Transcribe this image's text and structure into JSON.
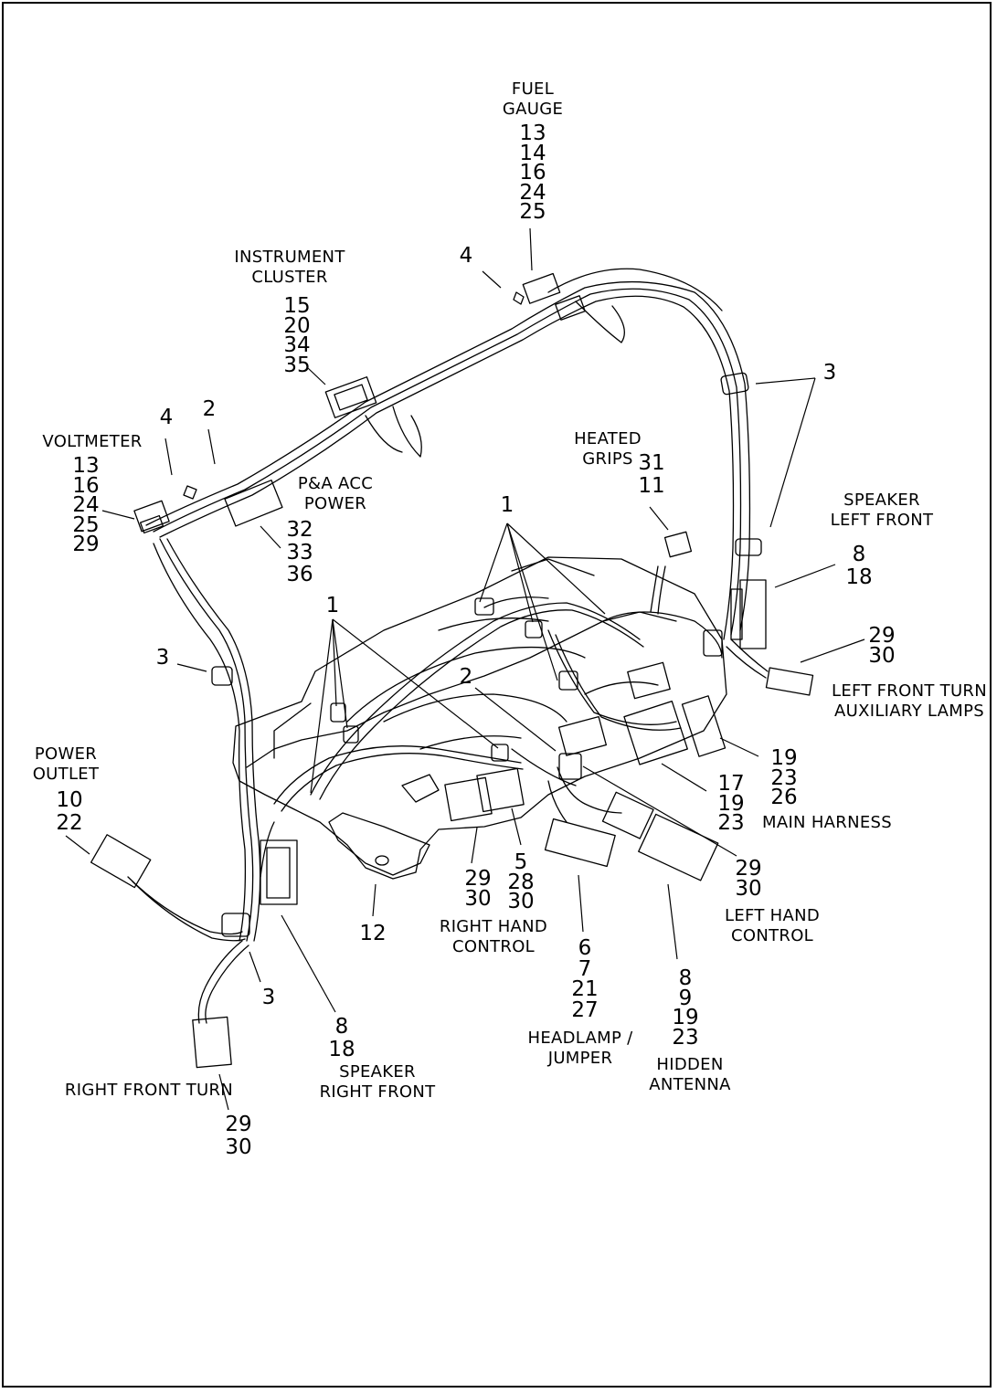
{
  "labels": {
    "fuel_gauge": [
      "FUEL",
      "GAUGE"
    ],
    "instrument_cluster": [
      "INSTRUMENT",
      "CLUSTER"
    ],
    "voltmeter": "VOLTMETER",
    "pa_acc_power": [
      "P&A ACC",
      "POWER"
    ],
    "heated_grips": [
      "HEATED",
      "GRIPS"
    ],
    "speaker_left_front": [
      "SPEAKER",
      "LEFT FRONT"
    ],
    "left_front_turn": [
      "LEFT FRONT TURN",
      "AUXILIARY LAMPS"
    ],
    "power_outlet": [
      "POWER",
      "OUTLET"
    ],
    "main_harness": "MAIN HARNESS",
    "right_hand_control": [
      "RIGHT HAND",
      "CONTROL"
    ],
    "left_hand_control": [
      "LEFT HAND",
      "CONTROL"
    ],
    "headlamp_jumper": [
      "HEADLAMP /",
      "JUMPER"
    ],
    "hidden_antenna": [
      "HIDDEN",
      "ANTENNA"
    ],
    "speaker_right_front": [
      "SPEAKER",
      "RIGHT FRONT"
    ],
    "right_front_turn": "RIGHT FRONT TURN"
  },
  "callouts": {
    "fuel_gauge_nums": [
      "13",
      "14",
      "16",
      "24",
      "25"
    ],
    "instrument_cluster_nums": [
      "15",
      "20",
      "34",
      "35"
    ],
    "voltmeter_nums": [
      "13",
      "16",
      "24",
      "25",
      "29"
    ],
    "pa_acc_power_nums": [
      "32",
      "33",
      "36"
    ],
    "heated_grips_nums": [
      "31",
      "11"
    ],
    "speaker_left_front_nums": [
      "8",
      "18"
    ],
    "left_front_turn_nums": [
      "29",
      "30"
    ],
    "power_outlet_nums": [
      "10",
      "22"
    ],
    "main_harness_a_nums": [
      "19",
      "23",
      "26"
    ],
    "main_harness_b_nums": [
      "17",
      "19",
      "23"
    ],
    "right_hand_control_a_nums": [
      "29",
      "30"
    ],
    "right_hand_control_b_nums": [
      "5",
      "28",
      "30"
    ],
    "left_hand_control_nums": [
      "29",
      "30"
    ],
    "headlamp_jumper_nums": [
      "6",
      "7",
      "21",
      "27"
    ],
    "hidden_antenna_nums": [
      "8",
      "9",
      "19",
      "23"
    ],
    "speaker_right_front_nums": [
      "8",
      "18"
    ],
    "right_front_turn_nums": [
      "29",
      "30"
    ],
    "item_4_top": "4",
    "item_4_left": "4",
    "item_2_top": "2",
    "item_2_mid": "2",
    "item_3_right": "3",
    "item_3_left": "3",
    "item_3_bottom": "3",
    "item_1_right": "1",
    "item_1_left": "1",
    "item_12": "12"
  }
}
